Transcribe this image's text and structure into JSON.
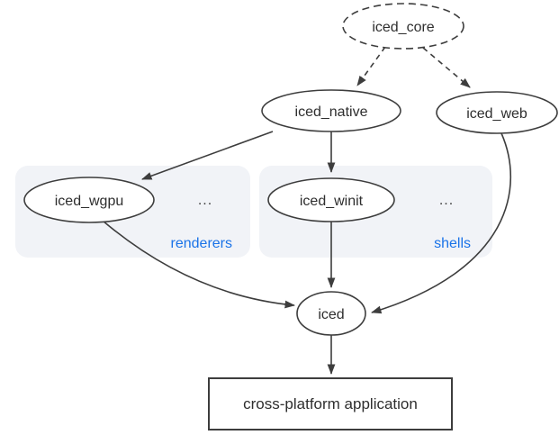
{
  "colors": {
    "background": "#ffffff",
    "stroke": "#3d3d3d",
    "text": "#2e2e2e",
    "accent": "#1a73e8",
    "group_fill": "#f1f3f7"
  },
  "nodes": {
    "iced_core": {
      "label": "iced_core",
      "shape": "ellipse",
      "border": "dashed"
    },
    "iced_native": {
      "label": "iced_native",
      "shape": "ellipse",
      "border": "solid"
    },
    "iced_web": {
      "label": "iced_web",
      "shape": "ellipse",
      "border": "solid"
    },
    "iced_wgpu": {
      "label": "iced_wgpu",
      "shape": "ellipse",
      "border": "solid"
    },
    "iced_winit": {
      "label": "iced_winit",
      "shape": "ellipse",
      "border": "solid"
    },
    "iced": {
      "label": "iced",
      "shape": "ellipse",
      "border": "solid"
    },
    "application": {
      "label": "cross-platform application",
      "shape": "rectangle",
      "border": "solid"
    }
  },
  "groups": {
    "renderers": {
      "label": "renderers",
      "ellipsis": "...",
      "members": [
        "iced_wgpu"
      ]
    },
    "shells": {
      "label": "shells",
      "ellipsis": "...",
      "members": [
        "iced_winit"
      ]
    }
  },
  "edges": [
    {
      "from": "iced_core",
      "to": "iced_native",
      "style": "dashed"
    },
    {
      "from": "iced_core",
      "to": "iced_web",
      "style": "dashed"
    },
    {
      "from": "iced_native",
      "to": "iced_wgpu",
      "style": "solid"
    },
    {
      "from": "iced_native",
      "to": "iced_winit",
      "style": "solid"
    },
    {
      "from": "iced_wgpu",
      "to": "iced",
      "style": "solid"
    },
    {
      "from": "iced_winit",
      "to": "iced",
      "style": "solid"
    },
    {
      "from": "iced_web",
      "to": "iced",
      "style": "solid"
    },
    {
      "from": "iced",
      "to": "application",
      "style": "solid"
    }
  ]
}
